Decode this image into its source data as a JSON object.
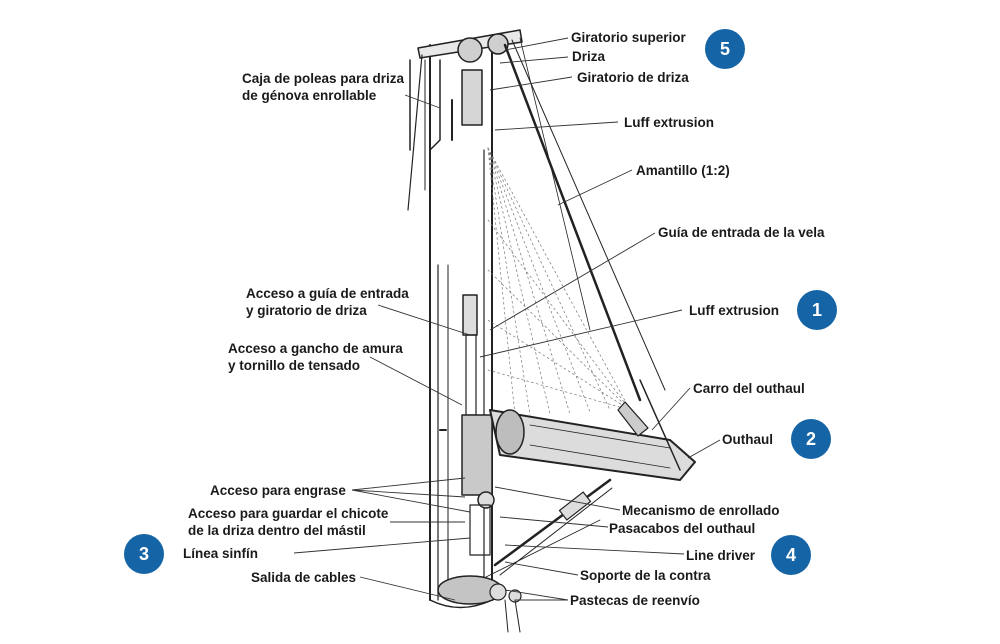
{
  "accent_color": "#1565a6",
  "labels": {
    "giratorio_superior": "Giratorio superior",
    "driza": "Driza",
    "giratorio_driza": "Giratorio de driza",
    "caja_poleas": [
      "Caja de poleas para driza",
      "de génova enrollable"
    ],
    "luff_extrusion_top": "Luff extrusion",
    "amantillo": "Amantillo (1:2)",
    "guia_entrada_vela": "Guía de entrada de la vela",
    "acceso_guia": [
      "Acceso a guía de entrada",
      "y giratorio de driza"
    ],
    "luff_extrusion_mid": "Luff extrusion",
    "acceso_gancho": [
      "Acceso a gancho de amura",
      "y tornillo de tensado"
    ],
    "carro_outhaul": "Carro del outhaul",
    "outhaul": "Outhaul",
    "acceso_engrase": "Acceso para engrase",
    "mecanismo_enrollado": "Mecanismo de enrollado",
    "acceso_chicote": [
      "Acceso para guardar el chicote",
      "de la driza dentro del mástil"
    ],
    "pasacabos_outhaul": "Pasacabos del outhaul",
    "linea_sinfin": "Línea sinfín",
    "line_driver": "Line driver",
    "soporte_contra": "Soporte de la contra",
    "salida_cables": "Salida de cables",
    "pastecas_reenvio": "Pastecas de reenvío"
  },
  "badges": {
    "b1": "1",
    "b2": "2",
    "b3": "3",
    "b4": "4",
    "b5": "5"
  }
}
